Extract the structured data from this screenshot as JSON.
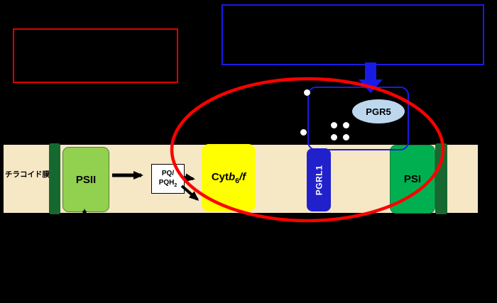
{
  "annotation_boxes": {
    "red_box_text": "",
    "blue_box_text": ""
  },
  "membrane": {
    "label": "チラコイド膜",
    "color": "#F6E7C5"
  },
  "complexes": {
    "psii": {
      "label": "PSII",
      "color": "#92D050"
    },
    "pq": {
      "line1": "PQ/",
      "line2_base": "PQH",
      "line2_sub": "2"
    },
    "cytb6f": {
      "prefix": "Cyt",
      "b": "b",
      "sub": "6",
      "suffix": "/f",
      "color": "#FFFF00"
    },
    "pgrl1": {
      "label": "PGRL1",
      "color": "#2121CC"
    },
    "pgr5": {
      "label": "PGR5",
      "color": "#BDD7EE"
    },
    "psi": {
      "label": "PSI",
      "color": "#00B050"
    }
  },
  "colors": {
    "background": "#000000",
    "red_accent": "#FF0000",
    "red_box_border": "#E00000",
    "blue_accent": "#1A1AE6",
    "membrane_edge_green": "#156930"
  }
}
